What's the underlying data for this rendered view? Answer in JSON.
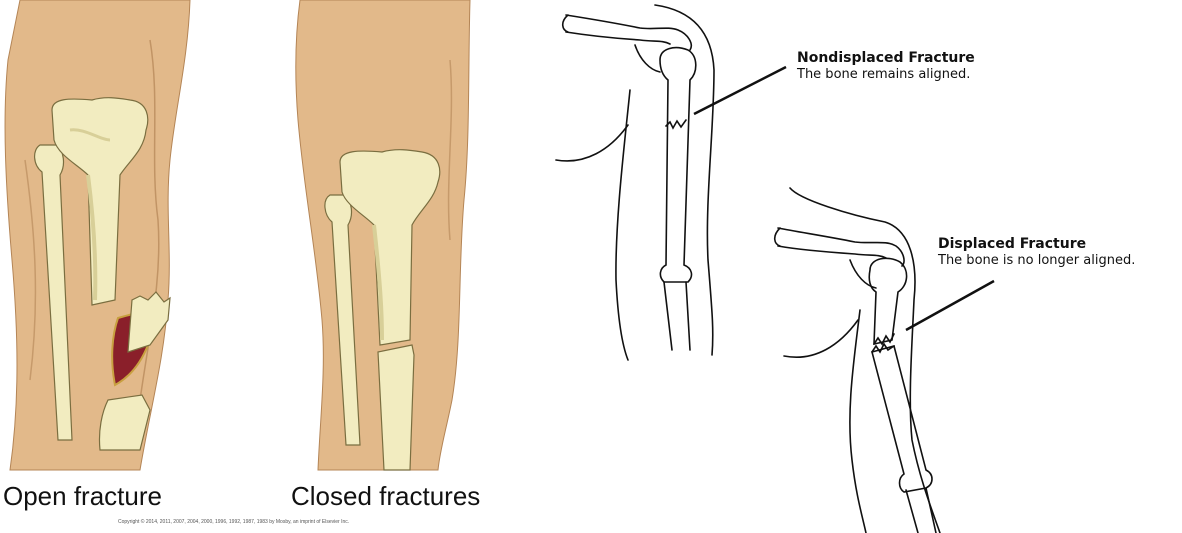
{
  "legs": {
    "open_label": "Open fracture",
    "closed_label": "Closed fractures",
    "copyright": "Copyright © 2014, 2011, 2007, 2004, 2000, 1996, 1992, 1987, 1983 by Mosby, an imprint of Elsevier Inc."
  },
  "arms": {
    "nondisplaced": {
      "title": "Nondisplaced Fracture",
      "description": "The bone remains aligned."
    },
    "displaced": {
      "title": "Displaced Fracture",
      "description": "The bone is no longer aligned."
    }
  },
  "colors": {
    "skin": "#e2b98a",
    "skin_shadow": "#c89a68",
    "bone": "#f2ecc0",
    "bone_shadow": "#d8cf98",
    "wound": "#8a1f2a",
    "outline": "#111111"
  }
}
